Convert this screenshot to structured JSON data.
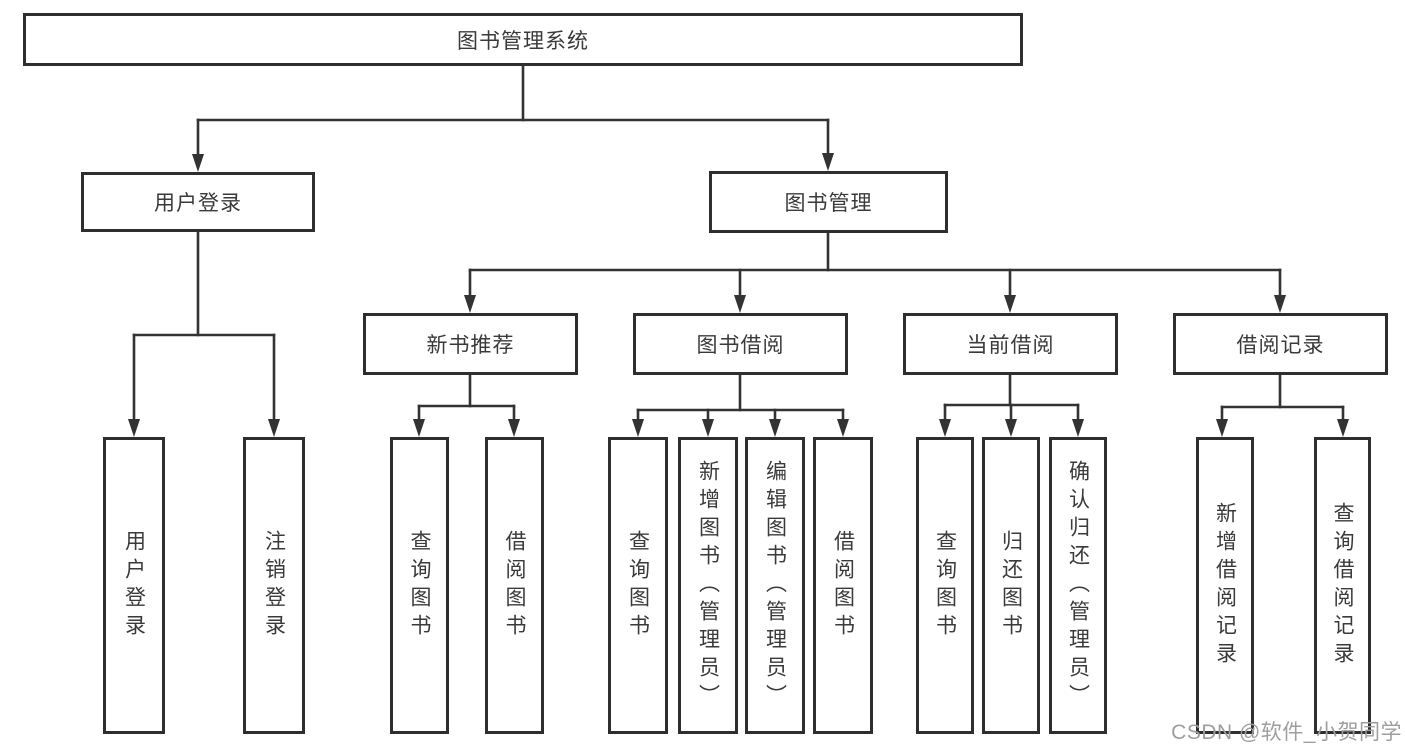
{
  "diagram": {
    "root_label": "图书管理系统",
    "user_login": {
      "label": "用户登录",
      "children": [
        "用户登录",
        "注销登录"
      ]
    },
    "book_management": {
      "label": "图书管理",
      "sections": [
        {
          "label": "新书推荐",
          "children": [
            "查询图书",
            "借阅图书"
          ]
        },
        {
          "label": "图书借阅",
          "children": [
            "查询图书",
            "新增图书（管理员）",
            "编辑图书（管理员）",
            "借阅图书"
          ]
        },
        {
          "label": "当前借阅",
          "children": [
            "查询图书",
            "归还图书",
            "确认归还（管理员）"
          ]
        },
        {
          "label": "借阅记录",
          "children": [
            "新增借阅记录",
            "查询借阅记录"
          ]
        }
      ]
    }
  },
  "watermark": "CSDN @软件_小贺同学",
  "colors": {
    "line": "#333333",
    "box_border": "#2e2e2e",
    "text": "#3a3a3a",
    "watermark": "#9e9e9e",
    "background": "#ffffff"
  }
}
